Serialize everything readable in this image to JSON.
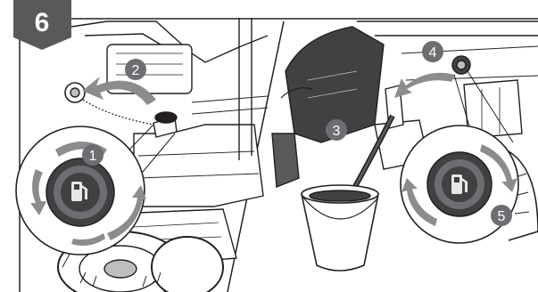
{
  "step": {
    "number": "6",
    "badge_color": "#58595b"
  },
  "callouts": [
    {
      "id": "1",
      "label": "1"
    },
    {
      "id": "2",
      "label": "2"
    },
    {
      "id": "3",
      "label": "3"
    },
    {
      "id": "4",
      "label": "4"
    },
    {
      "id": "5",
      "label": "5"
    }
  ],
  "colors": {
    "callout_fill": "#6d6e71",
    "arrow_fill": "#8a8c8e",
    "line": "#231f20",
    "frame": "#58595b"
  },
  "icons": {
    "fuel_cap_left": "fuel-pump-icon",
    "fuel_cap_right": "fuel-pump-icon"
  }
}
